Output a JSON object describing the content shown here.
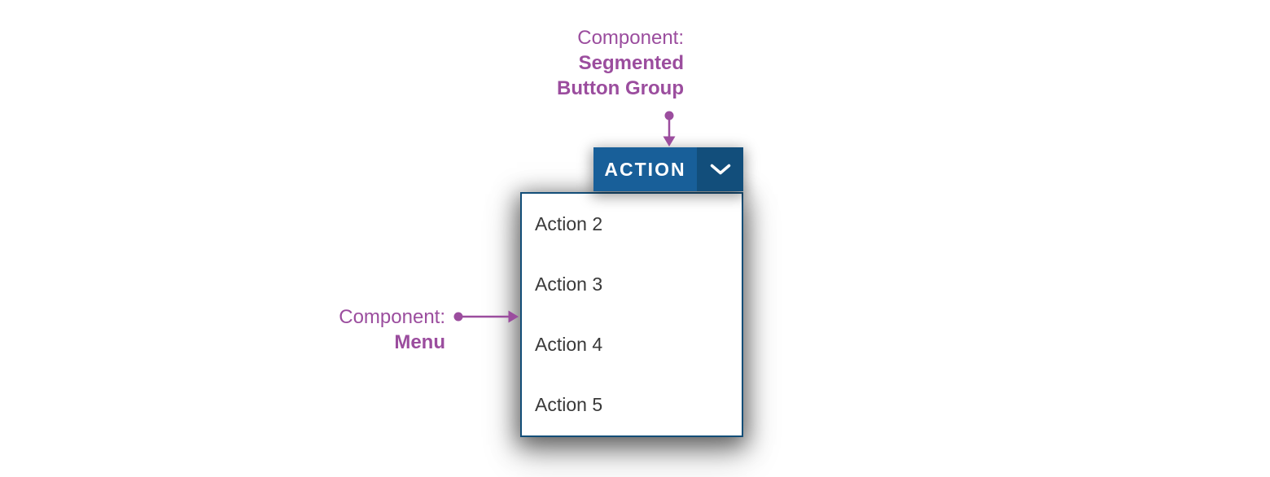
{
  "annotations": {
    "button_group_label": {
      "prefix": "Component:",
      "lines": [
        "Segmented",
        "Button Group"
      ]
    },
    "menu_label": {
      "prefix": "Component:",
      "lines": [
        "Menu"
      ]
    }
  },
  "button_group": {
    "primary_label": "ACTION"
  },
  "icons": {
    "menu_toggle": "chevron-down-icon",
    "annotation_pointer_down": "arrow-down-icon",
    "annotation_pointer_right": "arrow-right-icon"
  },
  "menu": {
    "items": [
      {
        "label": "Action 2"
      },
      {
        "label": "Action 3"
      },
      {
        "label": "Action 4"
      },
      {
        "label": "Action 5"
      }
    ]
  },
  "colors": {
    "accent_purple": "#9B4D9E",
    "button_primary_bg": "#185F99",
    "button_toggle_bg": "#124E7B",
    "button_text": "#FFFFFF",
    "menu_border": "#134E78",
    "menu_bg": "#FFFFFF",
    "menu_item_text": "#393939"
  }
}
